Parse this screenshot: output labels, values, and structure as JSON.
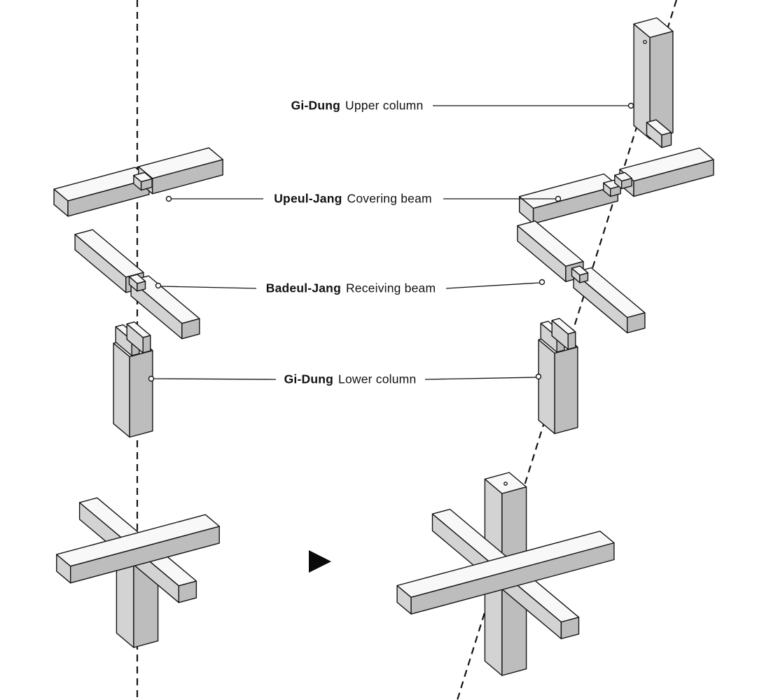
{
  "labels": [
    {
      "name": "Gi-Dung",
      "desc": "Upper column"
    },
    {
      "name": "Upeul-Jang",
      "desc": "Covering beam"
    },
    {
      "name": "Badeul-Jang",
      "desc": "Receiving beam"
    },
    {
      "name": "Gi-Dung",
      "desc": "Lower column"
    }
  ],
  "arrow_glyph": "▶",
  "colors": {
    "background": "#ffffff",
    "face_top": "#f8f8f8",
    "face_left": "#d3d3d3",
    "face_right": "#bdbdbd",
    "line": "#141414"
  }
}
